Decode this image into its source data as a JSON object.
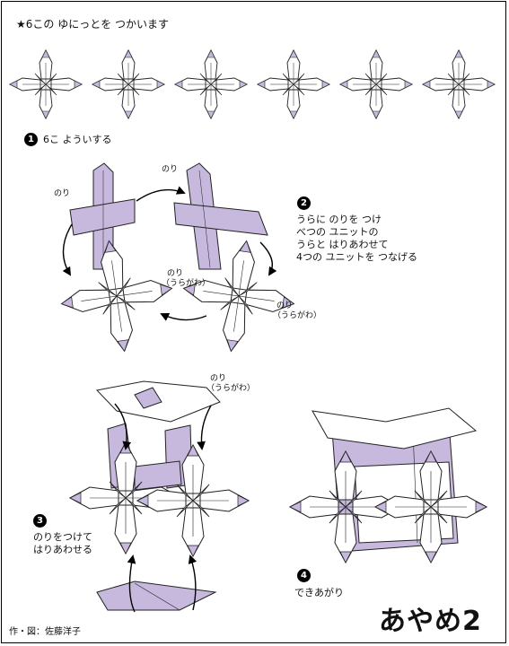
{
  "header": {
    "title": "★6この ゆにっとを つかいます"
  },
  "steps": [
    {
      "number": "1",
      "text": "6こ よういする"
    },
    {
      "number": "2",
      "lines": [
        "うらに のりを つけ",
        "べつの ユニットの",
        "うらと はりあわせて",
        "4つの ユニットを つなげる"
      ]
    },
    {
      "number": "3",
      "lines": [
        "のりをつけて",
        "はりあわせる"
      ]
    },
    {
      "number": "4",
      "text": "できあがり"
    }
  ],
  "labels": {
    "glue": "のり",
    "glue_back": "（うらがわ）"
  },
  "footer": {
    "credit": "作・図：佐藤洋子",
    "model_name": "あやめ2"
  },
  "colors": {
    "lavender": "#c7b8dd",
    "line": "#222222",
    "paper": "#ffffff"
  }
}
